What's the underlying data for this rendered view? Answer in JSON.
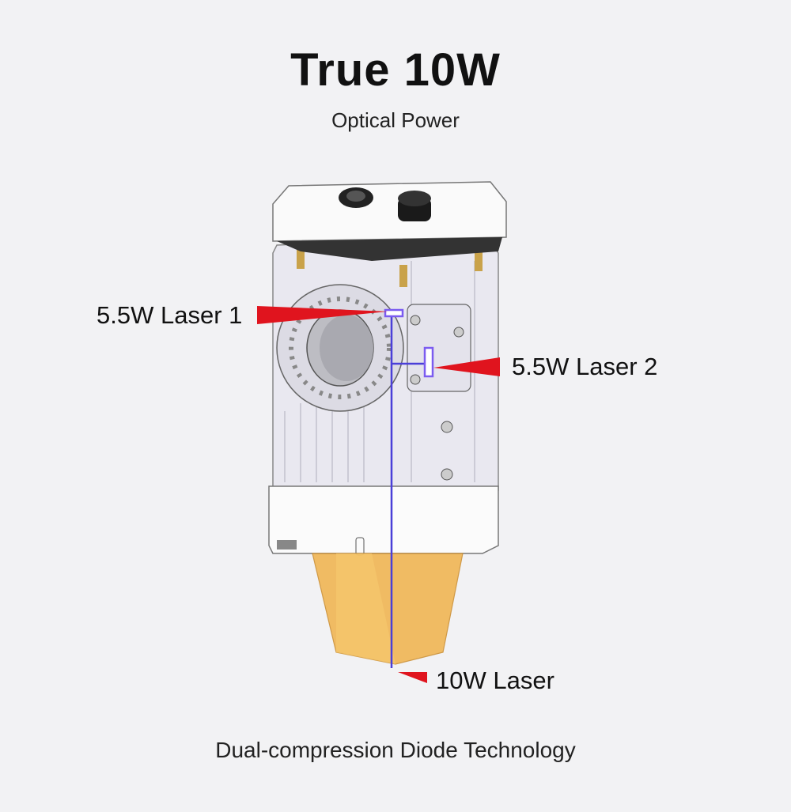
{
  "header": {
    "title": "True 10W",
    "subtitle": "Optical Power"
  },
  "callouts": {
    "laser1": "5.5W Laser 1",
    "laser2": "5.5W Laser 2",
    "combined": "10W Laser"
  },
  "footer": {
    "text": "Dual-compression Diode Technology"
  },
  "colors": {
    "background": "#f2f2f4",
    "pointer": "#e0141e",
    "beam": "#4a3fd8",
    "nozzle": "#f0b24a"
  }
}
